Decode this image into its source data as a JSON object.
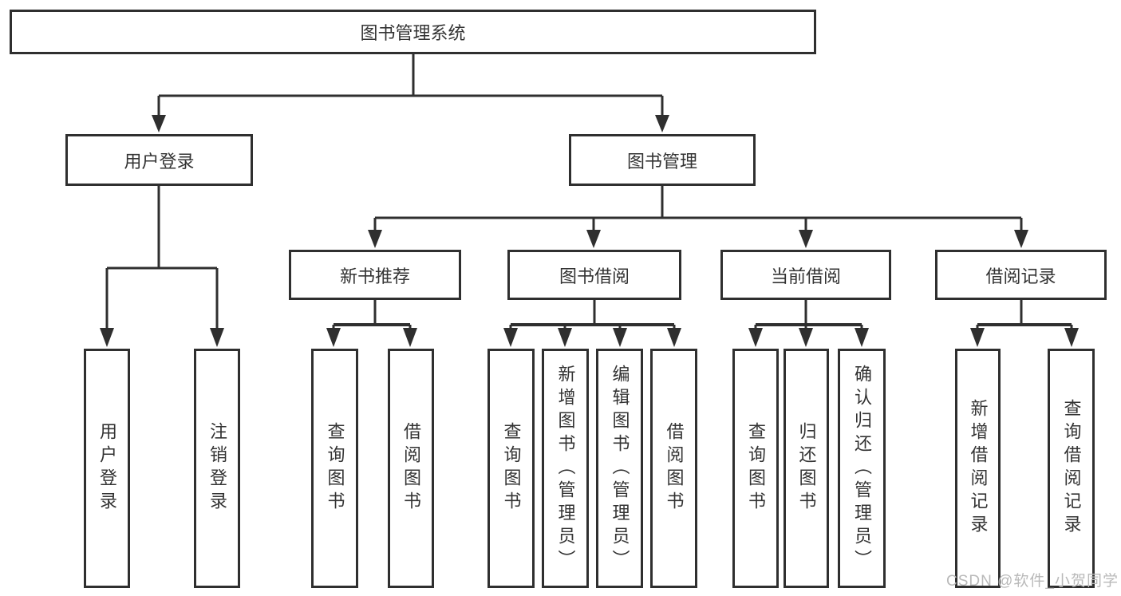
{
  "diagram": {
    "root": "图书管理系统",
    "level2": {
      "user_login": "用户登录",
      "book_mgmt": "图书管理"
    },
    "level3": {
      "new_books": "新书推荐",
      "book_borrow": "图书借阅",
      "current_borrow": "当前借阅",
      "borrow_records": "借阅记录"
    },
    "leaves": {
      "user_login": [
        "用户登录",
        "注销登录"
      ],
      "new_books": [
        "查询图书",
        "借阅图书"
      ],
      "book_borrow": [
        "查询图书",
        "新增图书（管理员）",
        "编辑图书（管理员）",
        "借阅图书"
      ],
      "current_borrow": [
        "查询图书",
        "归还图书",
        "确认归还（管理员）"
      ],
      "borrow_records": [
        "新增借阅记录",
        "查询借阅记录"
      ]
    }
  },
  "watermark": "CSDN @软件_小贺同学",
  "colors": {
    "line": "#2f2f2f",
    "text": "#333333",
    "watermark": "#b9b9b9",
    "background": "#ffffff"
  }
}
